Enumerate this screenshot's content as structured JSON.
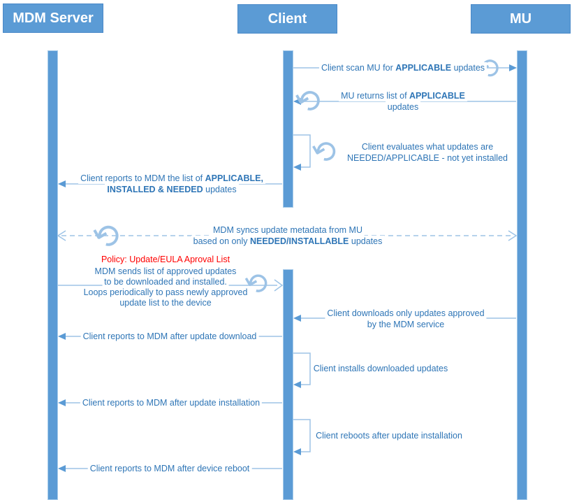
{
  "colors": {
    "box-blue": "#5B9BD5",
    "box-border": "#4A89C8",
    "line-blue": "#9DC3E6",
    "arrow-blue": "#5B9BD5",
    "text-blue": "#2E75B6",
    "policy-red": "#FF0000",
    "bg": "#FFFFFF"
  },
  "icons": {
    "loop": "↺"
  },
  "actors": [
    {
      "id": "mdm-server",
      "label": "MDM Server"
    },
    {
      "id": "client",
      "label": "Client"
    },
    {
      "id": "mu",
      "label": "MU"
    }
  ],
  "messages": [
    {
      "from": "Client",
      "to": "MU",
      "line": "solid",
      "loop_icon": "at-mu",
      "lines": [
        [
          {
            "text": "Client scan MU for "
          },
          {
            "text": "APPLICABLE",
            "bold": true
          },
          {
            "text": " updates"
          }
        ]
      ]
    },
    {
      "from": "MU",
      "to": "Client",
      "line": "solid",
      "loop_icon": "at-client",
      "lines": [
        [
          {
            "text": "MU returns list of "
          },
          {
            "text": "APPLICABLE",
            "bold": true
          }
        ],
        [
          {
            "text": "updates"
          }
        ]
      ]
    },
    {
      "from": "Client",
      "to": "Client",
      "line": "self",
      "loop_icon": "at-client",
      "lines": [
        [
          {
            "text": "Client evaluates what updates are"
          }
        ],
        [
          {
            "text": "NEEDED/APPLICABLE - not yet installed"
          }
        ]
      ]
    },
    {
      "from": "Client",
      "to": "MDM Server",
      "line": "solid",
      "lines": [
        [
          {
            "text": "Client reports to MDM the list of "
          },
          {
            "text": "APPLICABLE,",
            "bold": true
          }
        ],
        [
          {
            "text": "INSTALLED & NEEDED",
            "bold": true
          },
          {
            "text": " updates"
          }
        ]
      ]
    },
    {
      "from": "MDM Server",
      "to": "MU",
      "line": "dashed",
      "bidirectional": true,
      "loop_icon": "at-mdm",
      "lines": [
        [
          {
            "text": "MDM syncs update metadata from MU"
          }
        ],
        [
          {
            "text": "based on only "
          },
          {
            "text": "NEEDED/INSTALLABLE",
            "bold": true
          },
          {
            "text": " updates"
          }
        ]
      ]
    },
    {
      "from": "MDM Server",
      "to": "Client",
      "line": "solid",
      "loop_icon": "at-client",
      "note": {
        "text": "Policy: Update/EULA Aproval List"
      },
      "lines": [
        [
          {
            "text": "MDM sends list of approved updates"
          }
        ],
        [
          {
            "text": "to be downloaded and installed."
          }
        ],
        [
          {
            "text": "Loops periodically to pass newly approved"
          }
        ],
        [
          {
            "text": "update list to the device"
          }
        ]
      ]
    },
    {
      "from": "MU",
      "to": "Client",
      "line": "solid",
      "lines": [
        [
          {
            "text": "Client downloads only updates approved"
          }
        ],
        [
          {
            "text": "by the MDM service"
          }
        ]
      ]
    },
    {
      "from": "Client",
      "to": "MDM Server",
      "line": "solid",
      "lines": [
        [
          {
            "text": "Client reports to MDM after update download"
          }
        ]
      ]
    },
    {
      "from": "Client",
      "to": "Client",
      "line": "self",
      "lines": [
        [
          {
            "text": "Client installs downloaded updates"
          }
        ]
      ]
    },
    {
      "from": "Client",
      "to": "MDM Server",
      "line": "solid",
      "lines": [
        [
          {
            "text": "Client reports to MDM after update installation"
          }
        ]
      ]
    },
    {
      "from": "Client",
      "to": "Client",
      "line": "self",
      "lines": [
        [
          {
            "text": "Client reboots after update installation"
          }
        ]
      ]
    },
    {
      "from": "Client",
      "to": "MDM Server",
      "line": "solid",
      "lines": [
        [
          {
            "text": "Client reports to MDM after device reboot"
          }
        ]
      ]
    }
  ]
}
